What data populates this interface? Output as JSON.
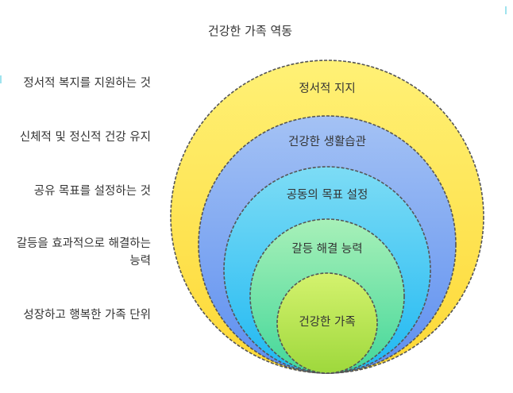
{
  "title": "건강한 가족 역동",
  "circles": [
    {
      "label": "정서적 지지",
      "fill_top": "#fff176",
      "fill_bottom": "#fdd835"
    },
    {
      "label": "건강한 생활습관",
      "fill_top": "#a4c2f4",
      "fill_bottom": "#5c8ef0"
    },
    {
      "label": "공동의 목표 설정",
      "fill_top": "#7ddcf5",
      "fill_bottom": "#1fb8f2"
    },
    {
      "label": "갈등 해결 능력",
      "fill_top": "#a8f0b8",
      "fill_bottom": "#43d79a"
    },
    {
      "label": "건강한 가족",
      "fill_top": "#d4f26e",
      "fill_bottom": "#9ed83c"
    }
  ],
  "descriptions": [
    "정서적 복지를 지원하는 것",
    "신체적 및 정신적 건강 유지",
    "공유 목표를 설정하는 것",
    "갈등을 효과적으로 해결하는 능력",
    "성장하고 행복한 가족 단위"
  ],
  "stroke_color": "#555555"
}
